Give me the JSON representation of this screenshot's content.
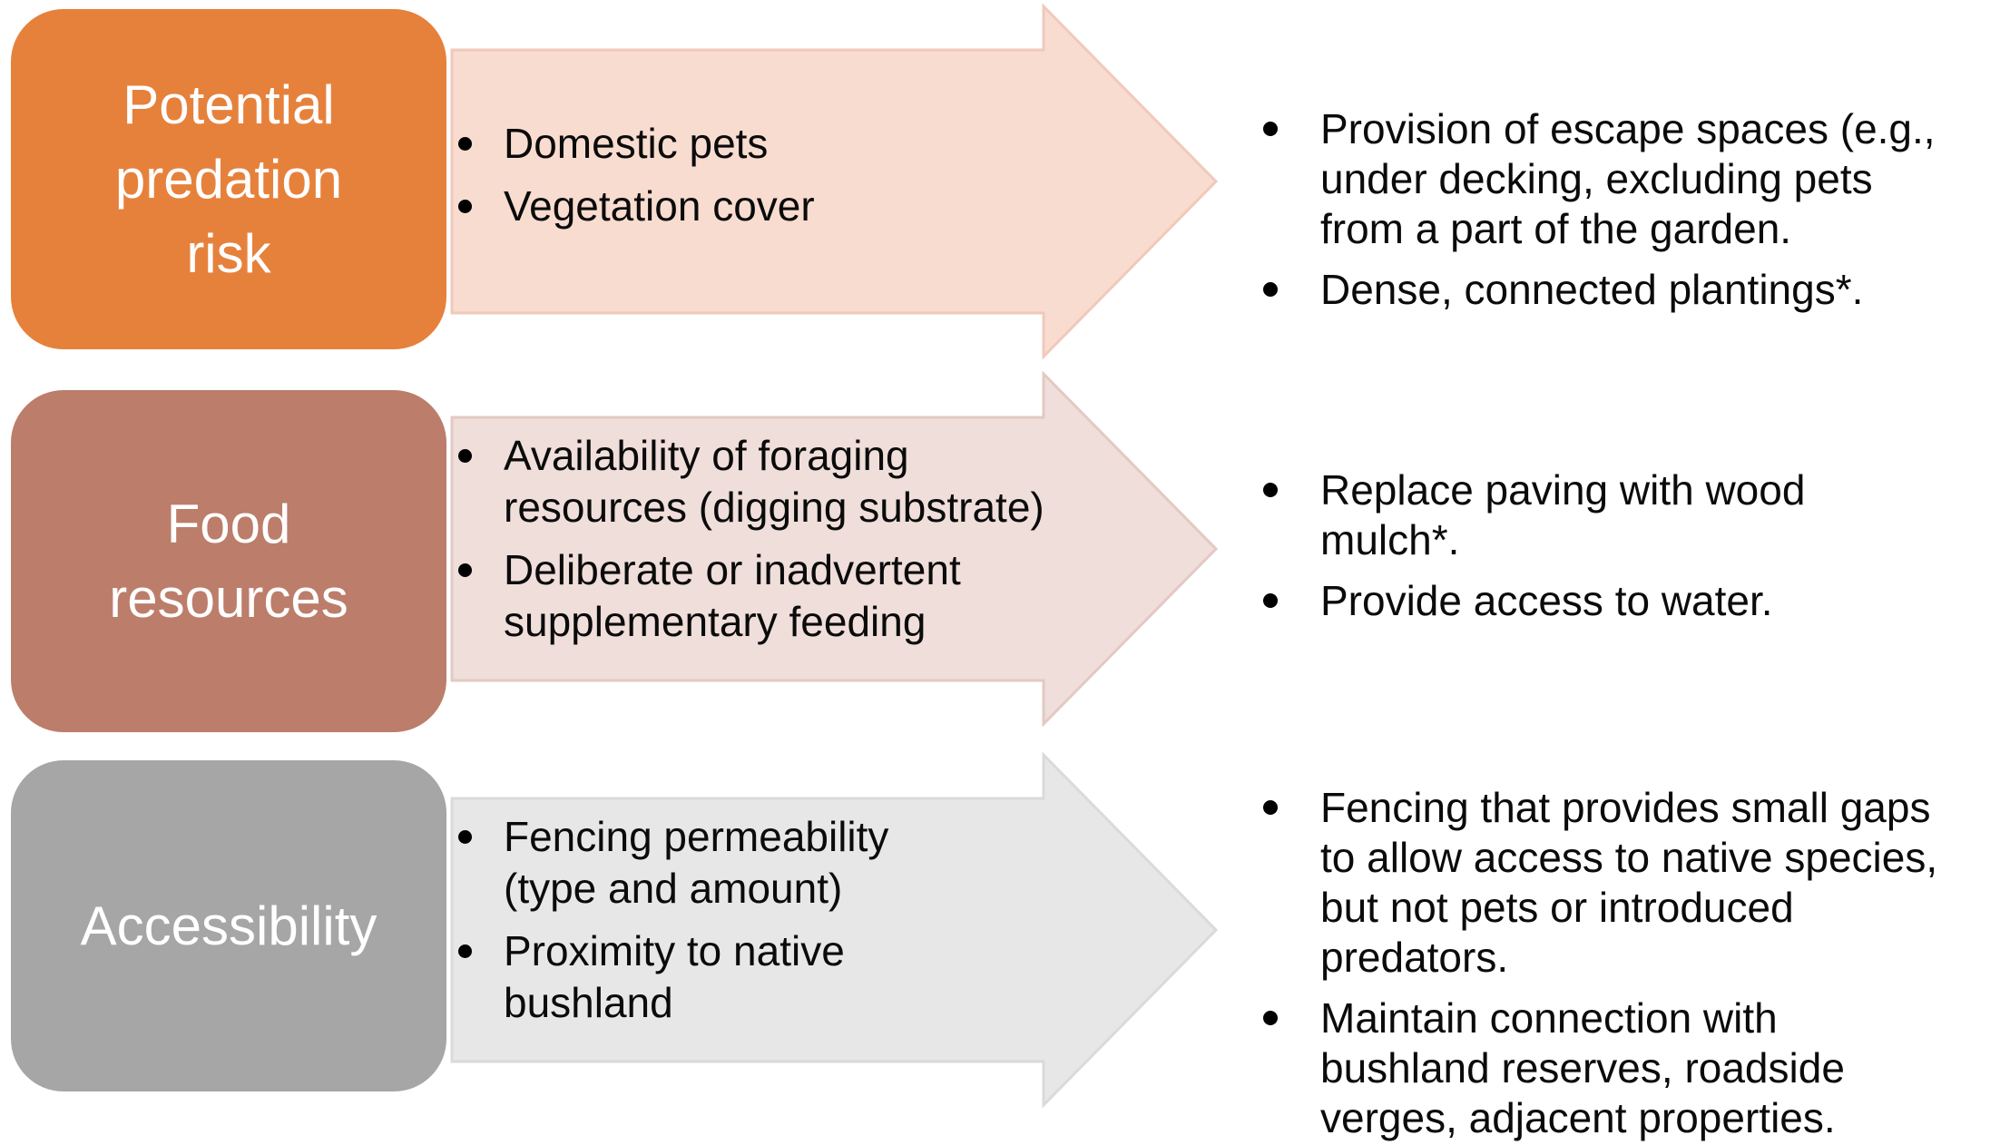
{
  "diagram": {
    "description": "Three-row diagram: category boxes with arrows listing influencing factors, pointing to recommended garden actions",
    "text_color": "#0b0b0b",
    "background_color": "#ffffff"
  },
  "rows": [
    {
      "category": {
        "label": "Potential\npredation\nrisk",
        "color": "#E6813C"
      },
      "arrow_color": "#F8DCD0",
      "factors": [
        "Domestic pets",
        "Vegetation cover"
      ],
      "actions": [
        "Provision of escape spaces (e.g.,\nunder decking, excluding pets\nfrom a part of the garden.",
        "Dense, connected plantings*."
      ]
    },
    {
      "category": {
        "label": "Food\nresources",
        "color": "#BC7D6B"
      },
      "arrow_color": "#EFDEDA",
      "factors": [
        "Availability of foraging\nresources (digging substrate)",
        "Deliberate or inadvertent\nsupplementary feeding"
      ],
      "actions": [
        "Replace paving with wood\nmulch*.",
        "Provide access to water."
      ]
    },
    {
      "category": {
        "label": "Accessibility",
        "color": "#A6A6A6"
      },
      "arrow_color": "#E8E7E7",
      "factors": [
        "Fencing permeability\n(type and amount)",
        "Proximity to native\nbushland"
      ],
      "actions": [
        "Fencing that provides small gaps\nto allow access to native species,\nbut not pets or introduced\npredators.",
        "Maintain connection with\nbushland reserves, roadside\nverges, adjacent properties."
      ]
    }
  ]
}
